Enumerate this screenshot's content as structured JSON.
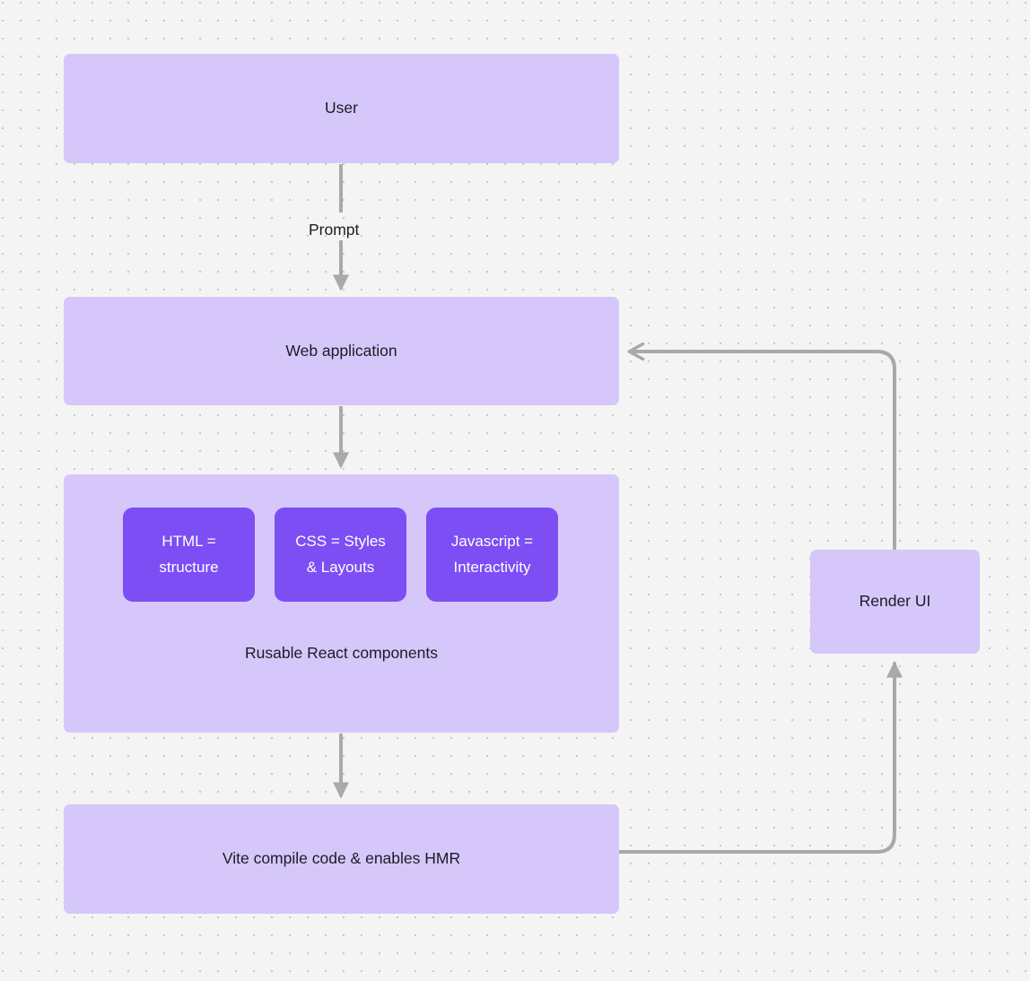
{
  "diagram": {
    "title": "Web application rendering flow",
    "background_color": "#f4f4f4",
    "grid": "dotted",
    "node_fill": "#d6c7fa",
    "accent_fill": "#7c4ef4",
    "edge_color": "#a9a9a9",
    "text_color": "#1d1b25"
  },
  "nodes": {
    "user": {
      "label": "User"
    },
    "web_application": {
      "label": "Web application"
    },
    "components_group": {
      "caption": "Rusable React components",
      "items": [
        {
          "label": "HTML =\nstructure"
        },
        {
          "label": "CSS = Styles\n& Layouts"
        },
        {
          "label": "Javascript =\nInteractivity"
        }
      ]
    },
    "vite": {
      "label": "Vite compile code & enables HMR"
    },
    "render_ui": {
      "label": "Render UI"
    }
  },
  "edges": [
    {
      "from": "user",
      "to": "web_application",
      "label": "Prompt"
    },
    {
      "from": "web_application",
      "to": "components_group",
      "label": ""
    },
    {
      "from": "components_group",
      "to": "vite",
      "label": ""
    },
    {
      "from": "vite",
      "to": "render_ui",
      "label": ""
    },
    {
      "from": "render_ui",
      "to": "web_application",
      "label": ""
    }
  ]
}
